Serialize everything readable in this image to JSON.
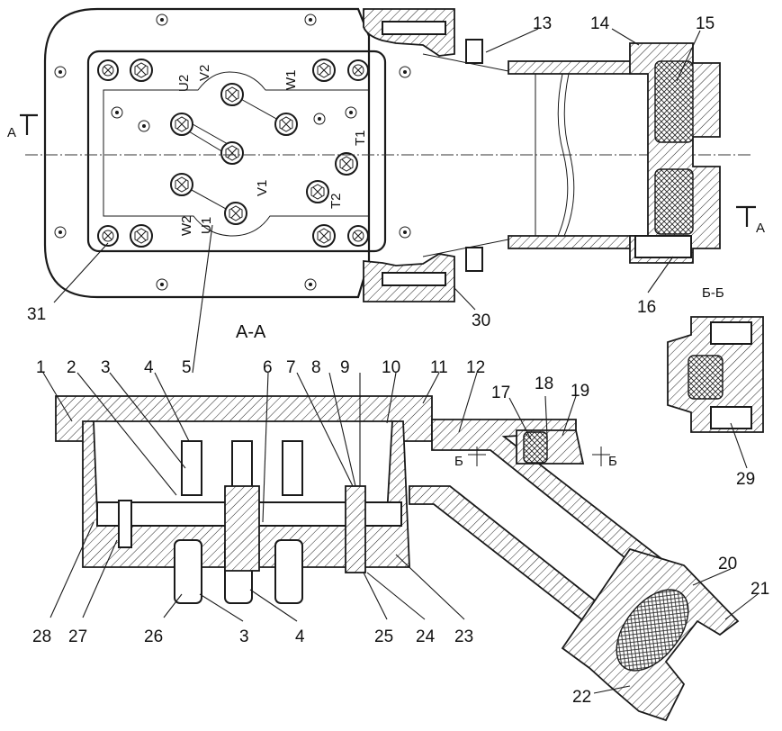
{
  "top_view": {
    "section_mark_left": "А",
    "section_mark_right": "А",
    "terminals": [
      "U2",
      "V2",
      "W1",
      "T1",
      "V1",
      "T2",
      "W2",
      "U1"
    ],
    "callouts": [
      "13",
      "14",
      "15",
      "16",
      "30",
      "31"
    ]
  },
  "section_aa": {
    "title": "А-А",
    "callouts_top": [
      "1",
      "2",
      "3",
      "4",
      "5",
      "6",
      "7",
      "8",
      "9",
      "10",
      "11",
      "12",
      "17",
      "18",
      "19"
    ],
    "callouts_bottom": [
      "28",
      "27",
      "26",
      "3",
      "4",
      "25",
      "24",
      "23",
      "20",
      "21",
      "22"
    ],
    "section_mark_left": "Б",
    "section_mark_right": "Б"
  },
  "section_bb": {
    "title": "Б-Б",
    "callouts": [
      "29"
    ]
  }
}
